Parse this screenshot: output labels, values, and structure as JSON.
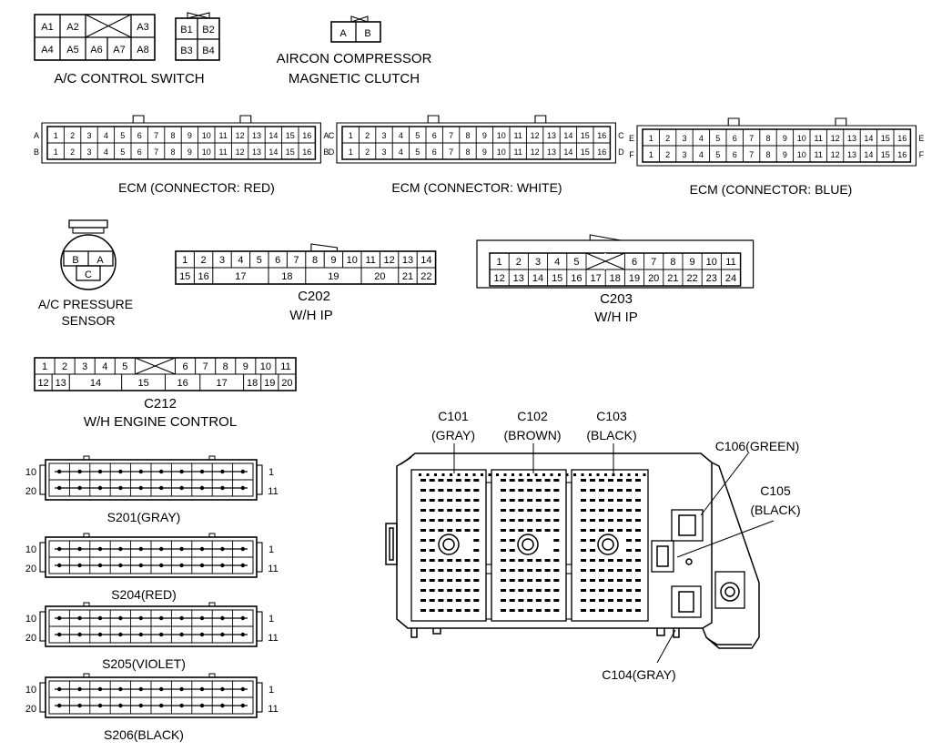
{
  "ac_switch": {
    "label": "A/C CONTROL SWITCH",
    "row_a": [
      "A1",
      "A2",
      "",
      "A3"
    ],
    "row_b": [
      "A4",
      "A5",
      "A6",
      "A7",
      "A8"
    ]
  },
  "b_connector": {
    "pins": [
      "B1",
      "B2",
      "B3",
      "B4"
    ]
  },
  "aircon": {
    "label1": "AIRCON COMPRESSOR",
    "label2": "MAGNETIC CLUTCH",
    "pins": [
      "A",
      "B"
    ]
  },
  "ecm_red": {
    "label": "ECM (CONNECTOR: RED)",
    "left_rows": [
      "A",
      "B"
    ],
    "right_rows": [
      "A",
      "B"
    ]
  },
  "ecm_white": {
    "label": "ECM (CONNECTOR: WHITE)",
    "left_rows": [
      "C",
      "D"
    ],
    "right_rows": [
      "C",
      "D"
    ]
  },
  "ecm_blue": {
    "label": "ECM (CONNECTOR: BLUE)",
    "left_rows": [
      "E",
      "F"
    ],
    "right_rows": [
      "E",
      "F"
    ]
  },
  "ecm_pins": [
    "1",
    "2",
    "3",
    "4",
    "5",
    "6",
    "7",
    "8",
    "9",
    "10",
    "11",
    "12",
    "13",
    "14",
    "15",
    "16"
  ],
  "pressure_sensor": {
    "label1": "A/C PRESSURE",
    "label2": "SENSOR",
    "pins": [
      "B",
      "A",
      "C"
    ]
  },
  "c202": {
    "label1": "C202",
    "label2": "W/H IP",
    "row1": [
      "1",
      "2",
      "3",
      "4",
      "5",
      "6",
      "7",
      "8",
      "9",
      "10",
      "11",
      "12",
      "13",
      "14"
    ],
    "row2": [
      "15",
      "16",
      "17",
      "18",
      "19",
      "20",
      "21",
      "22"
    ]
  },
  "c203": {
    "label1": "C203",
    "label2": "W/H IP",
    "row1": [
      "1",
      "2",
      "3",
      "4",
      "5",
      "",
      "6",
      "7",
      "8",
      "9",
      "10",
      "11"
    ],
    "row2": [
      "12",
      "13",
      "14",
      "15",
      "16",
      "17",
      "18",
      "19",
      "20",
      "21",
      "22",
      "23",
      "24"
    ]
  },
  "c212": {
    "label1": "C212",
    "label2": "W/H ENGINE CONTROL",
    "row1": [
      "1",
      "2",
      "3",
      "4",
      "5",
      "",
      "6",
      "7",
      "8",
      "9",
      "10",
      "11"
    ],
    "row2": [
      "12",
      "13",
      "14",
      "15",
      "16",
      "17",
      "18",
      "19",
      "20"
    ]
  },
  "s_connectors": [
    {
      "label": "S201(GRAY)",
      "l1": "10",
      "l2": "20",
      "r1": "1",
      "r2": "11"
    },
    {
      "label": "S204(RED)",
      "l1": "10",
      "l2": "20",
      "r1": "1",
      "r2": "11"
    },
    {
      "label": "S205(VIOLET)",
      "l1": "10",
      "l2": "20",
      "r1": "1",
      "r2": "11"
    },
    {
      "label": "S206(BLACK)",
      "l1": "10",
      "l2": "20",
      "r1": "1",
      "r2": "11"
    }
  ],
  "junction_box": {
    "c101": [
      "C101",
      "(GRAY)"
    ],
    "c102": [
      "C102",
      "(BROWN)"
    ],
    "c103": [
      "C103",
      "(BLACK)"
    ],
    "c106": "C106(GREEN)",
    "c105": [
      "C105",
      "(BLACK)"
    ],
    "c104": "C104(GRAY)"
  }
}
